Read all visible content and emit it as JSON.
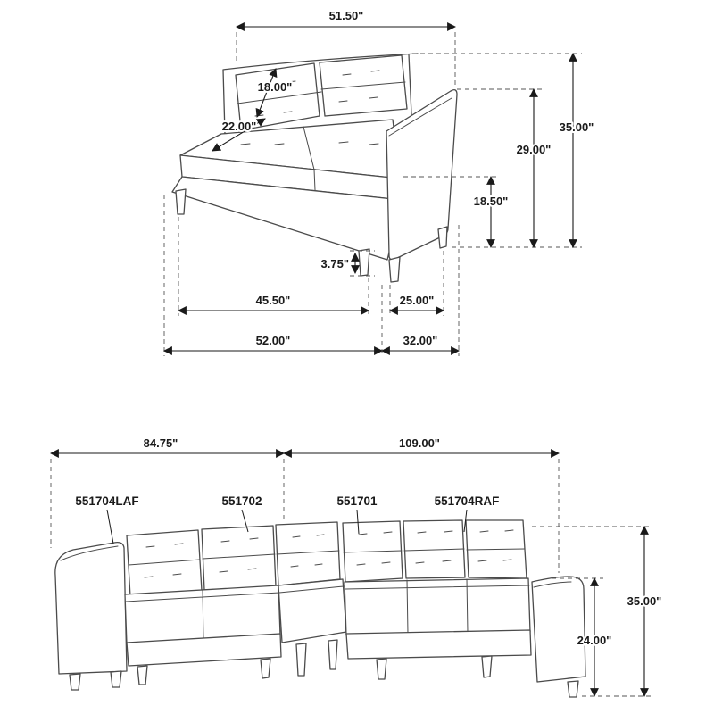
{
  "diagram": {
    "type": "furniture-dimension-drawing",
    "colors": {
      "line": "#4b4b4b",
      "dim": "#1a1a1a",
      "background": "#ffffff"
    }
  },
  "loveseat": {
    "dims": {
      "top_width": "51.50\"",
      "back_cushion_height": "18.00\"",
      "seat_depth": "22.00\"",
      "overall_height": "35.00\"",
      "arm_height": "29.00\"",
      "seat_height": "18.50\"",
      "leg_height": "3.75\"",
      "seat_width": "45.50\"",
      "arm_width": "25.00\"",
      "overall_width": "52.00\"",
      "overall_depth": "32.00\""
    }
  },
  "sectional": {
    "dims": {
      "left_width": "84.75\"",
      "right_width": "109.00\"",
      "overall_height": "35.00\"",
      "arm_height": "24.00\""
    },
    "parts": {
      "laf": "551704LAF",
      "corner": "551702",
      "armless": "551701",
      "raf": "551704RAF"
    }
  }
}
